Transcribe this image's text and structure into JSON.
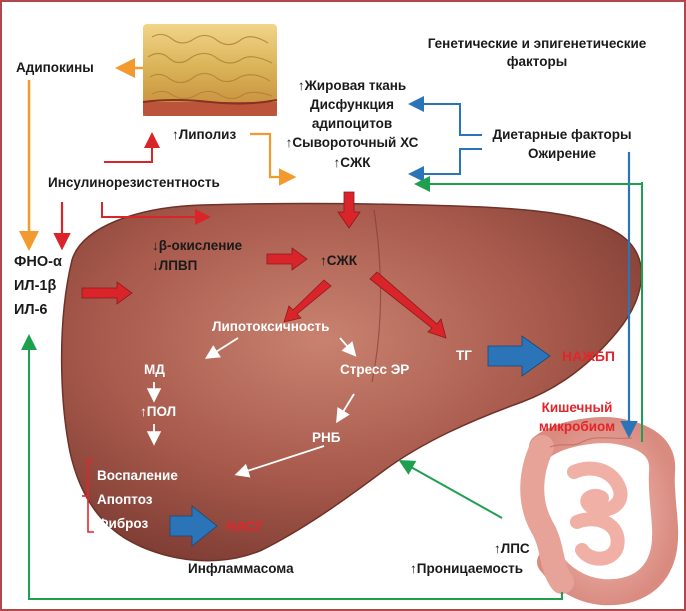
{
  "labels": {
    "adipokines": "Адипокины",
    "genetic_line1": "Генетические и эпигенетические",
    "genetic_line2": "факторы",
    "adipose_line1": "↑Жировая ткань",
    "adipose_line2": "Дисфункция",
    "adipose_line3": "адипоцитов",
    "adipose_line4": "↑Сывороточный ХС",
    "adipose_line5": "↑СЖК",
    "lipolysis": "↑Липолиз",
    "dietary_line1": "Диетарные факторы",
    "dietary_line2": "Ожирение",
    "insulin_resistance": "Инсулинорезистентность",
    "cytokine1": "ФНО-α",
    "cytokine2": "ИЛ-1β",
    "cytokine3": "ИЛ-6",
    "beta_oxidation": "↓β-окисление",
    "hdl": "↓ЛПВП",
    "ffa_liver": "↑СЖК",
    "lipotoxicity": "Липотоксичность",
    "md": "МД",
    "pol": "↑ПОЛ",
    "er_stress": "Стресс ЭР",
    "rnb": "РНБ",
    "tg": "ТГ",
    "nafld": "НАЖБП",
    "microbiome_line1": "Кишечный",
    "microbiome_line2": "микробиом",
    "inflammation": "Воспаление",
    "apoptosis": "Апоптоз",
    "fibrosis": "Фиброз",
    "nash": "НАСГ",
    "inflammasome": "Инфламмасома",
    "lps": "↑ЛПС",
    "permeability": "↑Проницаемость"
  },
  "colors": {
    "liver": "#a85a4c",
    "arrow_red": "#d9252a",
    "arrow_orange": "#f29a2e",
    "arrow_blue": "#2b74b8",
    "arrow_green": "#1fa050",
    "highlight_red": "#e4242b",
    "frame": "#b0474b"
  }
}
